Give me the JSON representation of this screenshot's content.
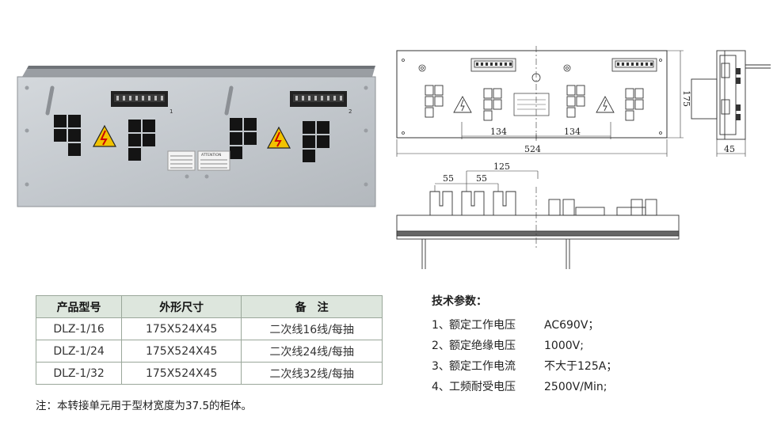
{
  "photo": {
    "connector_labels": [
      "1",
      "2"
    ],
    "attention_label": "ATTENTION"
  },
  "drawing": {
    "dims": {
      "height": "175",
      "width": "524",
      "depth": "45",
      "half_left": "134",
      "half_right": "134",
      "pitch_a": "55",
      "pitch_b": "55",
      "span": "125"
    }
  },
  "table": {
    "headers": [
      "产品型号",
      "外形尺寸",
      "备　注"
    ],
    "rows": [
      [
        "DLZ-1/16",
        "175X524X45",
        "二次线16线/每抽"
      ],
      [
        "DLZ-1/24",
        "175X524X45",
        "二次线24线/每抽"
      ],
      [
        "DLZ-1/32",
        "175X524X45",
        "二次线32线/每抽"
      ]
    ]
  },
  "note": "注：本转接单元用于型材宽度为37.5的柜体。",
  "params": {
    "title": "技术参数：",
    "items": [
      {
        "num": "1、",
        "label": "额定工作电压",
        "value": "AC690V；"
      },
      {
        "num": "2、",
        "label": "额定绝缘电压",
        "value": "1000V;"
      },
      {
        "num": "3、",
        "label": "额定工作电流",
        "value": "不大于125A；"
      },
      {
        "num": "4、",
        "label": "工频耐受电压",
        "value": "2500V/Min;"
      }
    ]
  }
}
